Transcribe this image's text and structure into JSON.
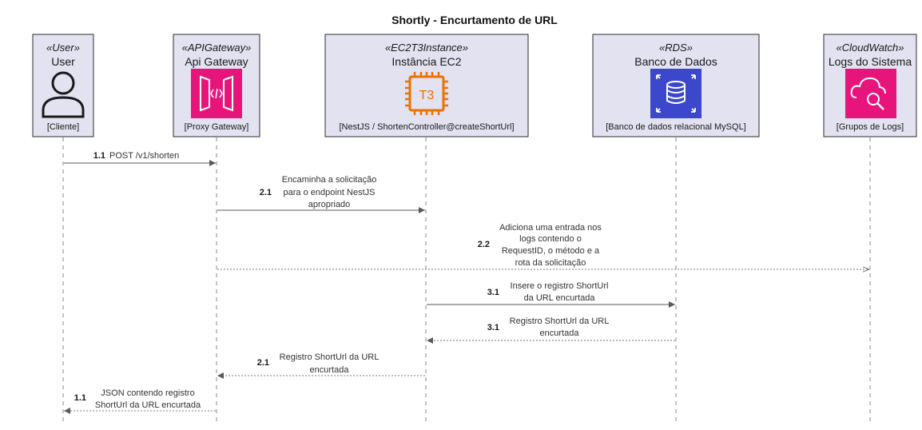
{
  "title": "Shortly - Encurtamento de URL",
  "participants": [
    {
      "id": "user",
      "stereotype": "«User»",
      "name": "User",
      "description": "[Cliente]",
      "icon": "user-icon",
      "color": ""
    },
    {
      "id": "api",
      "stereotype": "«APIGateway»",
      "name": "Api Gateway",
      "description": "[Proxy Gateway]",
      "icon": "api-gateway-icon",
      "color": "#e7157b"
    },
    {
      "id": "ec2",
      "stereotype": "«EC2T3Instance»",
      "name": "Instância EC2",
      "description": "[NestJS / ShortenController@createShortUrl]",
      "icon": "ec2-t3-instance-icon",
      "color": "#ed7100",
      "icon_text": "T3"
    },
    {
      "id": "rds",
      "stereotype": "«RDS»",
      "name": "Banco de Dados",
      "description": "[Banco de dados relacional MySQL]",
      "icon": "rds-database-icon",
      "color": "#3b48cc"
    },
    {
      "id": "cw",
      "stereotype": "«CloudWatch»",
      "name": "Logs do Sistema",
      "description": "[Grupos de Logs]",
      "icon": "cloudwatch-logs-icon",
      "color": "#e7157b"
    }
  ],
  "messages": [
    {
      "number": "1.1",
      "from": "user",
      "to": "api",
      "style": "solid",
      "lines": [
        "POST /v1/shorten"
      ]
    },
    {
      "number": "2.1",
      "from": "api",
      "to": "ec2",
      "style": "solid",
      "lines": [
        "Encaminha a solicitação",
        "para o endpoint NestJS",
        "apropriado"
      ]
    },
    {
      "number": "2.2",
      "from": "api",
      "to": "cw",
      "style": "dashed-open",
      "lines": [
        "Adiciona uma entrada nos",
        "logs contendo o",
        "RequestID, o método e a",
        "rota da solicitação"
      ]
    },
    {
      "number": "3.1",
      "from": "ec2",
      "to": "rds",
      "style": "solid",
      "lines": [
        "Insere o registro ShortUrl",
        "da URL encurtada"
      ]
    },
    {
      "number": "3.1",
      "from": "rds",
      "to": "ec2",
      "style": "dashed",
      "lines": [
        "Registro ShortUrl da URL",
        "encurtada"
      ]
    },
    {
      "number": "2.1",
      "from": "ec2",
      "to": "api",
      "style": "dashed",
      "lines": [
        "Registro ShortUrl da URL",
        "encurtada"
      ]
    },
    {
      "number": "1.1",
      "from": "api",
      "to": "user",
      "style": "dashed",
      "lines": [
        "JSON contendo registro",
        "ShortUrl da URL encurtada"
      ]
    }
  ]
}
